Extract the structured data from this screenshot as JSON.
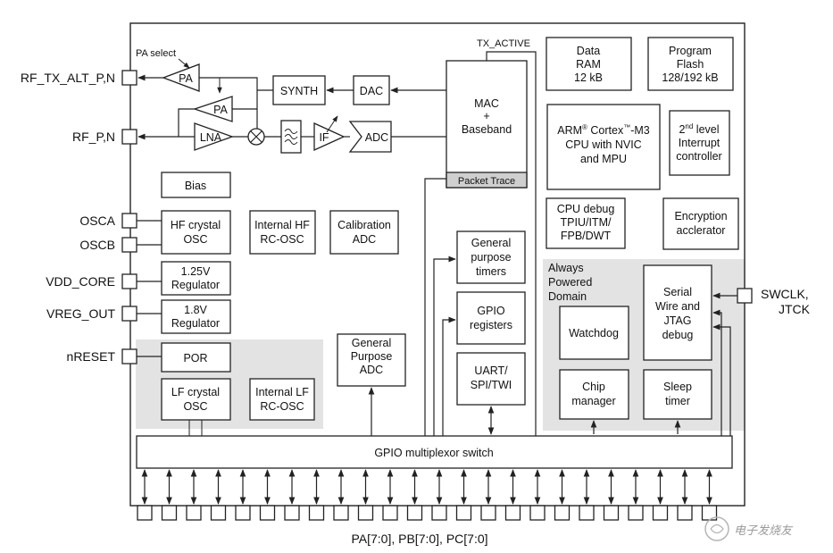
{
  "pins": {
    "rf_tx_alt": "RF_TX_ALT_P,N",
    "rf_p": "RF_P,N",
    "osca": "OSCA",
    "oscb": "OSCB",
    "vdd_core": "VDD_CORE",
    "vreg_out": "VREG_OUT",
    "nreset": "nRESET",
    "swclk": [
      "SWCLK,",
      "JTCK"
    ]
  },
  "signals": {
    "pa_select": "PA select",
    "tx_active": "TX_ACTIVE"
  },
  "rf": {
    "pa": "PA",
    "lna": "LNA",
    "if": "IF",
    "adc": "ADC",
    "dac": "DAC",
    "synth": "SYNTH"
  },
  "blocks": {
    "mac": [
      "MAC",
      "+",
      "Baseband"
    ],
    "packet_trace": "Packet Trace",
    "data_ram": [
      "Data",
      "RAM",
      "12 kB"
    ],
    "program_flash": [
      "Program",
      "Flash",
      "128/192 kB"
    ],
    "arm_line1_a": "ARM",
    "arm_line1_sup": "®",
    "arm_line1_b": " Cortex",
    "arm_line1_sup2": "™",
    "arm_line1_c": "-M3",
    "arm_rest": [
      "CPU with NVIC",
      "and MPU"
    ],
    "second_level_a": "2",
    "second_level_sup": "nd",
    "second_level_b": " level",
    "second_level_rest": [
      "Interrupt",
      "controller"
    ],
    "cpu_debug": [
      "CPU debug",
      "TPIU/ITM/",
      "FPB/DWT"
    ],
    "encryption": [
      "Encryption",
      "acclerator"
    ],
    "bias": "Bias",
    "hf_crystal": [
      "HF crystal",
      "OSC"
    ],
    "internal_hf": [
      "Internal HF",
      "RC-OSC"
    ],
    "calibration": [
      "Calibration",
      "ADC"
    ],
    "reg_125": [
      "1.25V",
      "Regulator"
    ],
    "reg_18": [
      "1.8V",
      "Regulator"
    ],
    "por": "POR",
    "lf_crystal": [
      "LF crystal",
      "OSC"
    ],
    "internal_lf": [
      "Internal LF",
      "RC-OSC"
    ],
    "gp_adc": [
      "General",
      "Purpose",
      "ADC"
    ],
    "gp_timers": [
      "General",
      "purpose",
      "timers"
    ],
    "gpio_regs": [
      "GPIO",
      "registers"
    ],
    "uart": [
      "UART/",
      "SPI/TWI"
    ],
    "always_powered": [
      "Always",
      "Powered",
      "Domain"
    ],
    "watchdog": "Watchdog",
    "chip_manager": [
      "Chip",
      "manager"
    ],
    "serial_wire": [
      "Serial",
      "Wire and",
      "JTAG",
      "debug"
    ],
    "sleep_timer": [
      "Sleep",
      "timer"
    ],
    "gpio_mux": "GPIO multiplexor switch"
  },
  "port_label": "PA[7:0], PB[7:0], PC[7:0]",
  "gpio_pin_count": 24,
  "watermark": "电子发烧友"
}
